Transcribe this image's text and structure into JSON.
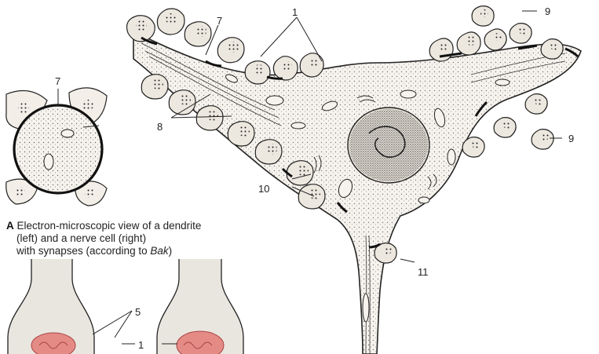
{
  "labels": {
    "n1": "1",
    "n5": "5",
    "n7": "7",
    "n8": "8",
    "n9": "9",
    "n10": "10",
    "n11": "11"
  },
  "caption": {
    "letter": "A",
    "line1": "Electron-microscopic view of a dendrite",
    "line2": "(left) and a nerve cell (right)",
    "line3_prefix": "with synapses (according to ",
    "line3_author": "Bak",
    "line3_suffix": ")"
  },
  "colors": {
    "ink": "#222222",
    "cell_fill": "#f6f3ee",
    "terminal_fill": "#ede8df",
    "inset_bg": "#e9e6df",
    "mitochondria_inset": "#e48b85"
  }
}
